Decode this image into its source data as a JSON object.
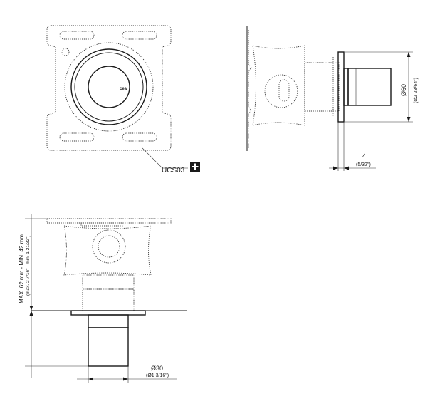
{
  "front_view": {
    "badge_text": "UCS03",
    "badge_icon": "plus",
    "logo_text": "cea"
  },
  "side_view": {
    "diameter_label": "Ø60",
    "diameter_label_inch": "(Ø2 23/64\")",
    "offset_label": "4",
    "offset_label_inch": "(5/32\")"
  },
  "installation_view": {
    "depth_label": "MAX. 62 mm - MIN. 42 mm",
    "depth_label_inch": "(max. 2 7/16\" - min. 1 21/32\")",
    "knob_diameter_label": "Ø30",
    "knob_diameter_label_inch": "(Ø1 3/16\")"
  }
}
